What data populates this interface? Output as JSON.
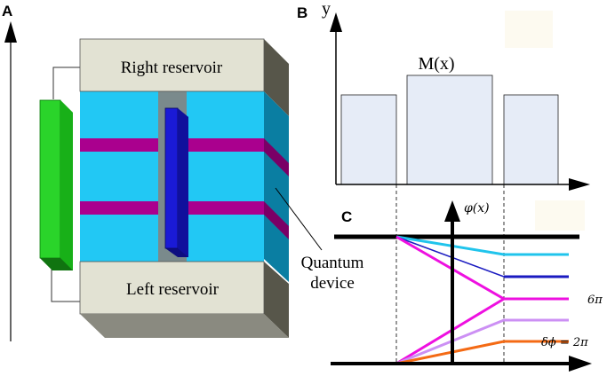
{
  "panels": {
    "a": "A",
    "b": "B",
    "c": "C"
  },
  "panel_a": {
    "top_reservoir_label": "Right reservoir",
    "bottom_reservoir_label": "Left reservoir",
    "device_label_line1": "Quantum",
    "device_label_line2": "device"
  },
  "panel_b": {
    "y_axis_label": "y",
    "curve_label": "M(x)"
  },
  "panel_c": {
    "phi_label": "φ(x)",
    "label_6pi": "6π",
    "label_delta_phi": "δϕ = 2π"
  },
  "colors": {
    "reservoir": "#e2e2d3",
    "channel": "#22c8f4",
    "stripe": "#aa008e",
    "device_blue": "#1a1aa6",
    "side_green": "#2ad42a",
    "bar_fill": "#e6ecf7",
    "cyan_line": "#20c4ec",
    "navy_line": "#1a1ac0",
    "magenta_line": "#ee10e0",
    "lilac_line": "#cc90f4",
    "orange_line": "#f46a14"
  }
}
